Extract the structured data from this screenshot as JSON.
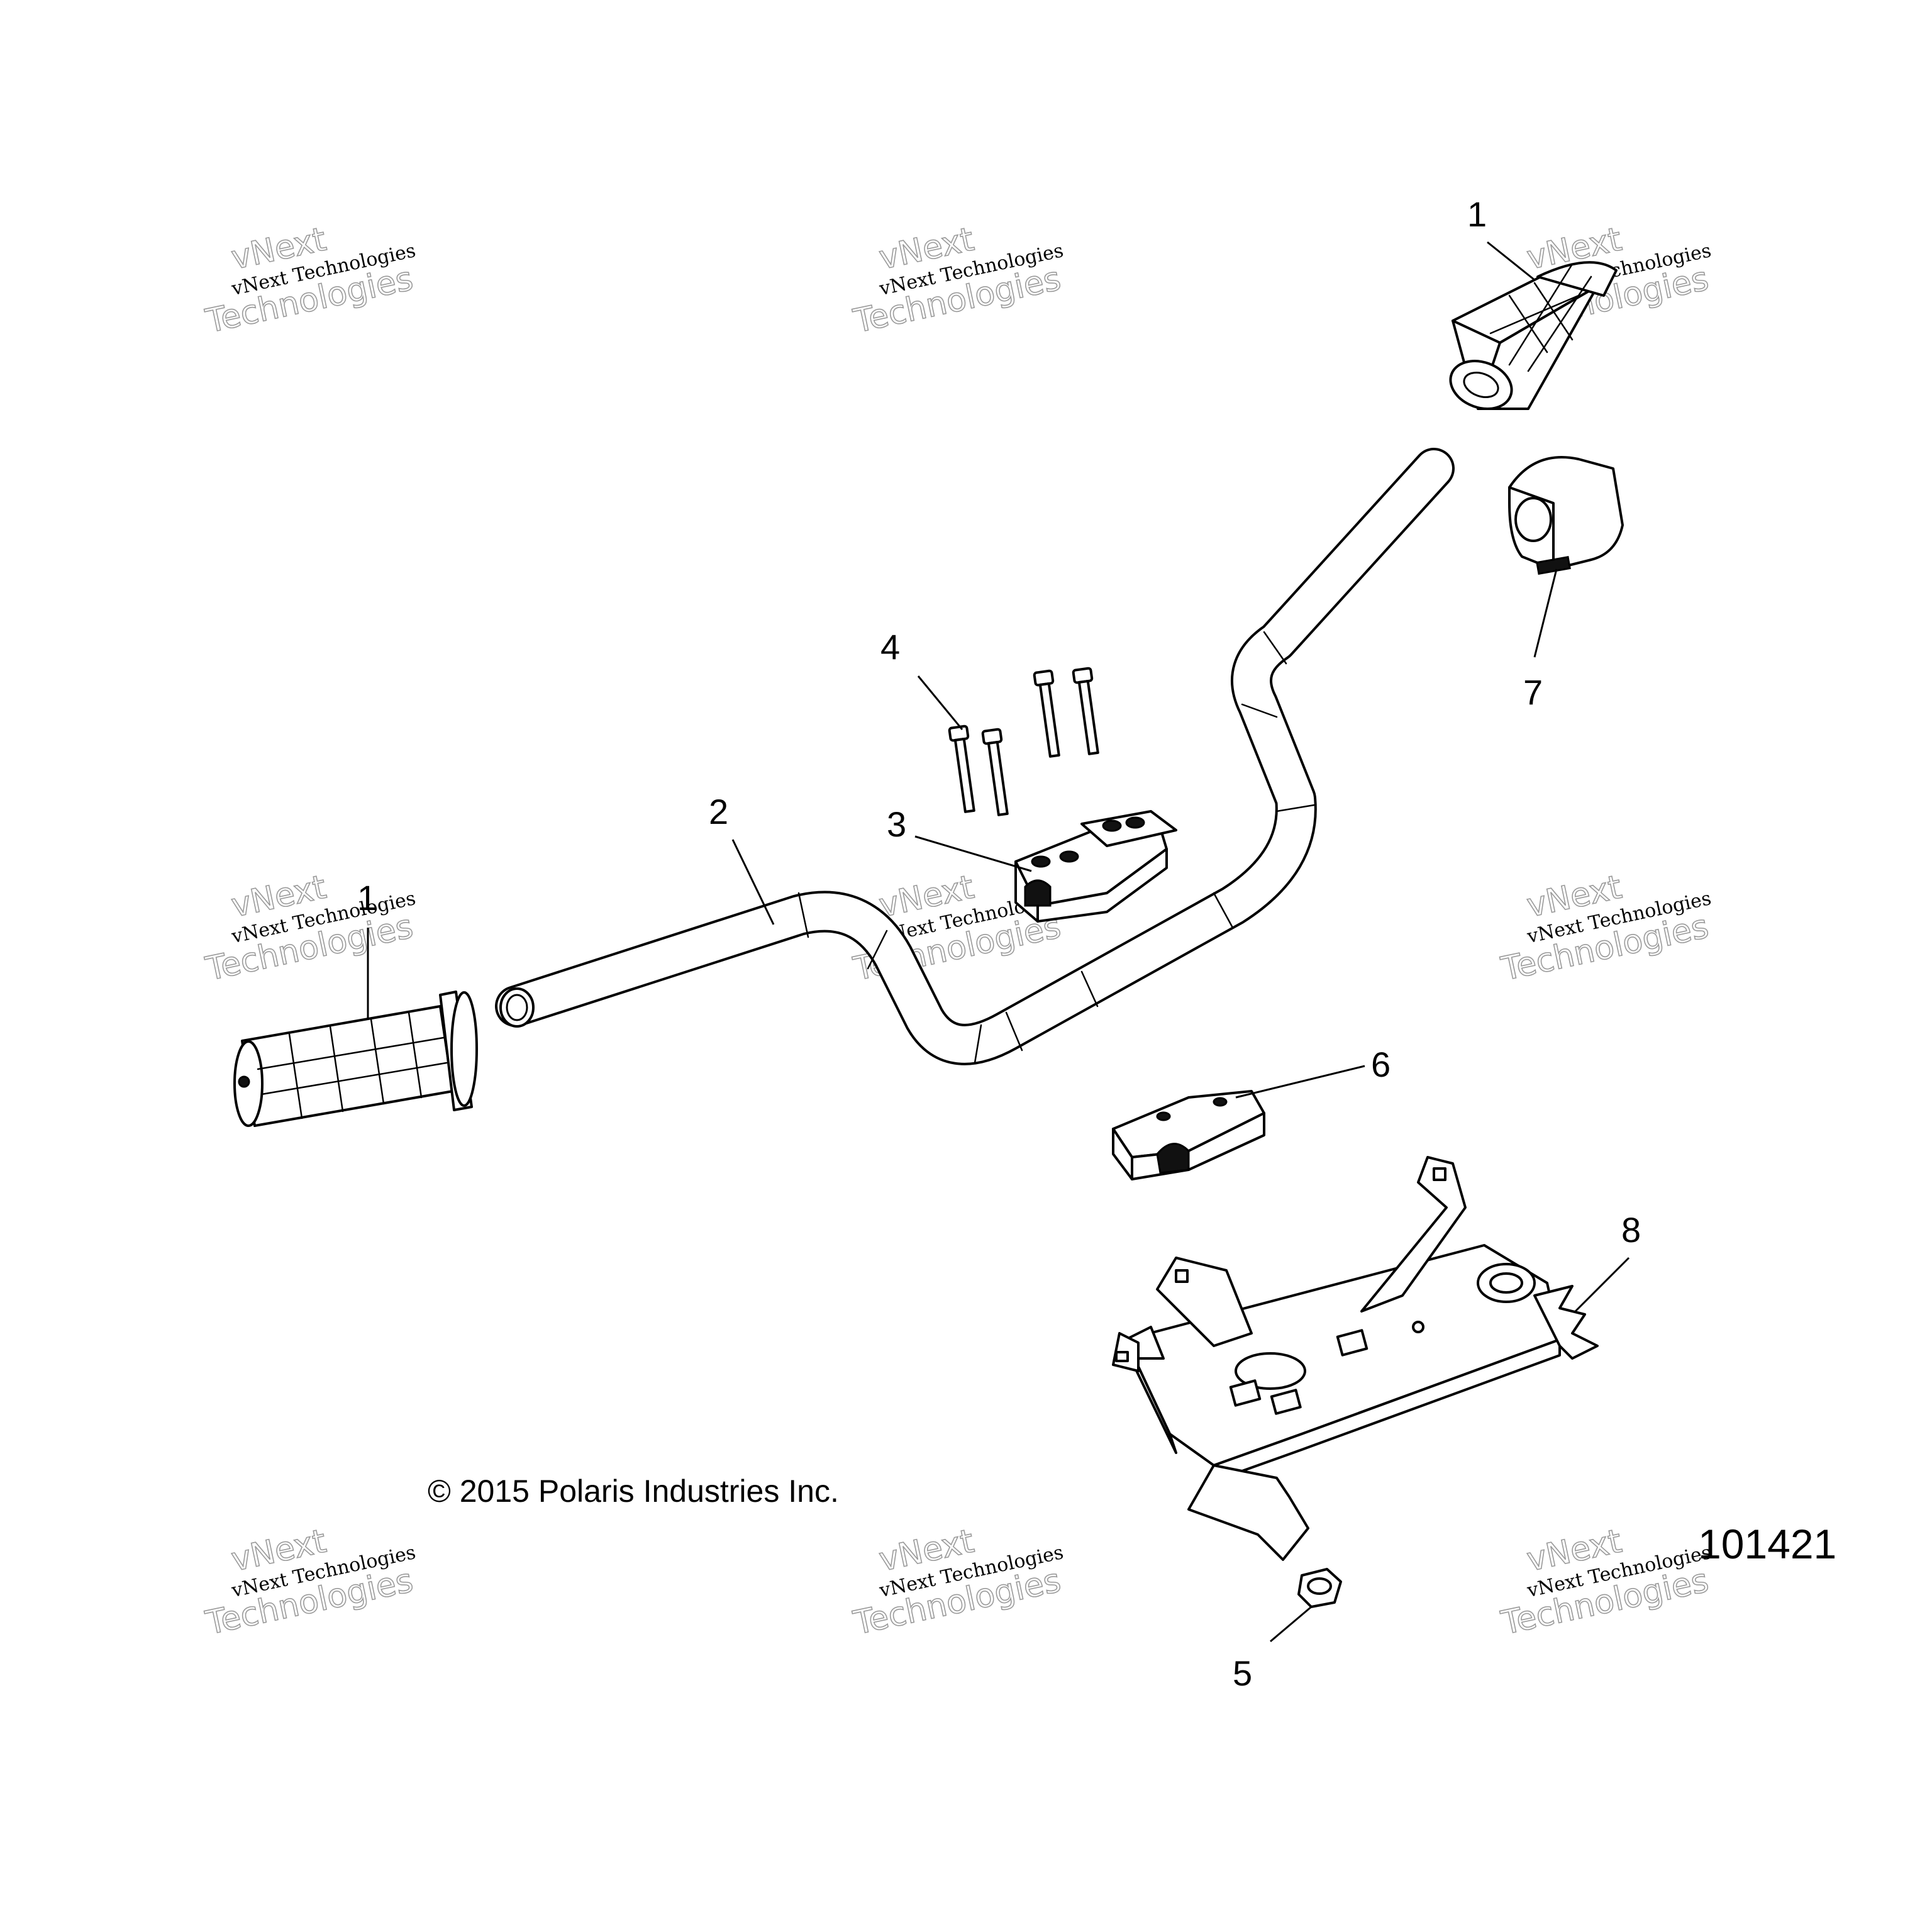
{
  "callouts": {
    "grip_left": "1",
    "grip_right": "1",
    "handlebar": "2",
    "clamp_upper": "3",
    "bolts": "4",
    "nut": "5",
    "clamp_lower": "6",
    "switch": "7",
    "bracket": "8"
  },
  "copyright": "© 2015 Polaris Industries Inc.",
  "diagram_number": "101421",
  "watermark": {
    "line1": "vNext Technologies",
    "line2": "vNext",
    "line3": "Technologies"
  }
}
